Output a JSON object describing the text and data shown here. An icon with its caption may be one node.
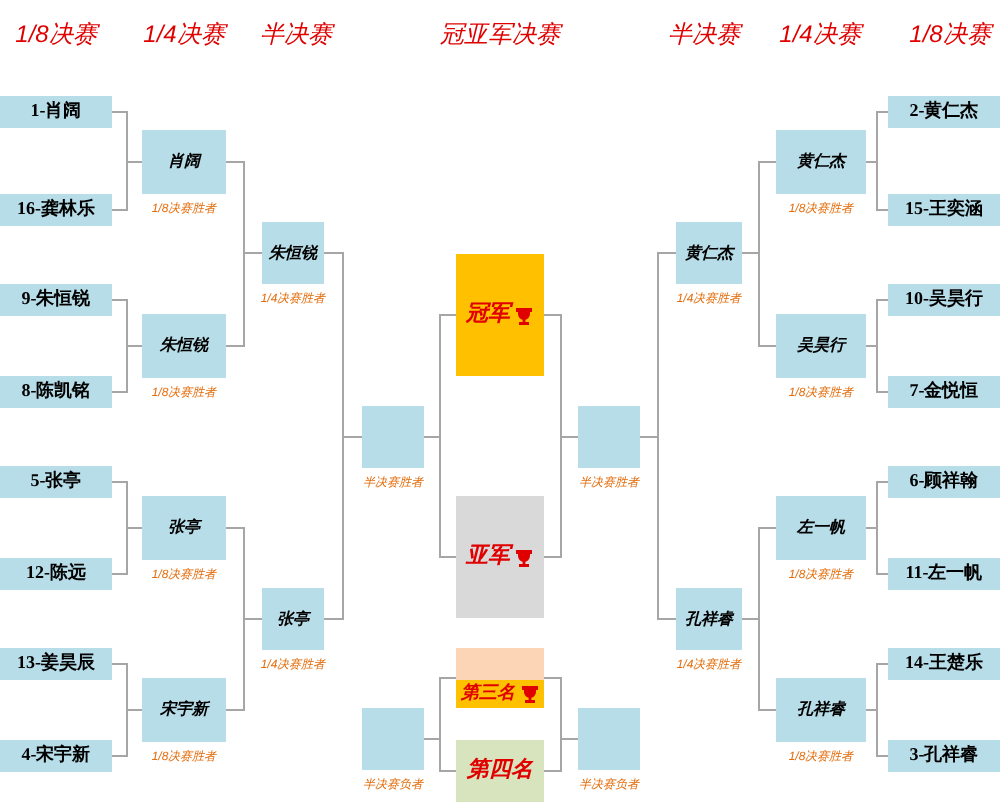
{
  "diagram": {
    "nodes": [
      {
        "text": [
          "1-肖阔"
        ]
      },
      {
        "text": [
          "16-龚林乐"
        ]
      },
      {
        "text": [
          "9-朱恒锐"
        ]
      },
      {
        "text": [
          "8-陈凯铭"
        ]
      },
      {
        "text": [
          "5-张亭"
        ]
      },
      {
        "text": [
          "12-陈远"
        ]
      },
      {
        "text": [
          "13-姜昊辰"
        ]
      },
      {
        "text": [
          "4-宋宇新"
        ]
      },
      {
        "text": [
          "肖阔"
        ],
        "beside": [
          "1/8决赛胜者"
        ]
      },
      {
        "text": [
          "朱恒锐"
        ],
        "beside": [
          "1/8决赛胜者"
        ]
      },
      {
        "text": [
          "张亭"
        ],
        "beside": [
          "1/8决赛胜者"
        ]
      },
      {
        "text": [
          "宋宇新"
        ],
        "beside": [
          "1/8决赛胜者"
        ]
      },
      {
        "text": [
          "朱恒锐"
        ],
        "beside": [
          "1/4决赛胜者"
        ]
      },
      {
        "text": [
          "张亭"
        ],
        "beside": [
          "1/4决赛胜者"
        ]
      },
      {
        "text": [],
        "shape": "box",
        "beside": [
          "半决赛胜者"
        ]
      },
      {
        "text": [],
        "shape": "box",
        "beside": [
          "半决赛负者"
        ]
      },
      {
        "text": [
          "冠军"
        ]
      },
      {
        "text": [
          "亚军"
        ]
      },
      {
        "text": [
          "第三名"
        ]
      },
      {
        "text": [
          "第四名"
        ]
      },
      {
        "text": [],
        "shape": "box",
        "beside": [
          "半决赛胜者"
        ]
      },
      {
        "text": [],
        "shape": "box",
        "beside": [
          "半决赛负者"
        ]
      },
      {
        "text": [
          "黄仁杰"
        ],
        "beside": [
          "1/4决赛胜者"
        ]
      },
      {
        "text": [
          "孔祥睿"
        ],
        "beside": [
          "1/4决赛胜者"
        ]
      },
      {
        "text": [
          "黄仁杰"
        ],
        "beside": [
          "1/8决赛胜者"
        ]
      },
      {
        "text": [
          "吴昊行"
        ],
        "beside": [
          "1/8决赛胜者"
        ]
      },
      {
        "text": [
          "左一帆"
        ],
        "beside": [
          "1/8决赛胜者"
        ]
      },
      {
        "text": [
          "孔祥睿"
        ],
        "beside": [
          "1/8决赛胜者"
        ]
      },
      {
        "text": [
          "2-黄仁杰"
        ]
      },
      {
        "text": [
          "15-王奕涵"
        ]
      },
      {
        "text": [
          "10-吴昊行"
        ]
      },
      {
        "text": [
          "7-金悦恒"
        ]
      },
      {
        "text": [
          "6-顾祥翰"
        ]
      },
      {
        "text": [
          "11-左一帆"
        ]
      },
      {
        "text": [
          "14-王楚乐"
        ]
      },
      {
        "text": [
          "3-孔祥睿"
        ]
      }
    ],
    "edges": [
      {
        "from": 0,
        "to": 8,
        "arrow": "none"
      },
      {
        "from": 1,
        "to": 8,
        "arrow": "none"
      },
      {
        "from": 2,
        "to": 9,
        "arrow": "none"
      },
      {
        "from": 3,
        "to": 9,
        "arrow": "none"
      },
      {
        "from": 4,
        "to": 10,
        "arrow": "none"
      },
      {
        "from": 5,
        "to": 10,
        "arrow": "none"
      },
      {
        "from": 6,
        "to": 11,
        "arrow": "none"
      },
      {
        "from": 7,
        "to": 11,
        "arrow": "none"
      },
      {
        "from": 8,
        "to": 12,
        "arrow": "none"
      },
      {
        "from": 9,
        "to": 12,
        "arrow": "none"
      },
      {
        "from": 10,
        "to": 13,
        "arrow": "none"
      },
      {
        "from": 11,
        "to": 13,
        "arrow": "none"
      },
      {
        "from": 12,
        "to": 14,
        "arrow": "none"
      },
      {
        "from": 13,
        "to": 14,
        "arrow": "none"
      },
      {
        "from": 14,
        "to": 16,
        "arrow": "none"
      },
      {
        "from": 14,
        "to": 17,
        "arrow": "none"
      },
      {
        "from": 15,
        "to": 18,
        "arrow": "none"
      },
      {
        "from": 15,
        "to": 19,
        "arrow": "none"
      },
      {
        "from": 20,
        "to": 16,
        "arrow": "none"
      },
      {
        "from": 20,
        "to": 17,
        "arrow": "none"
      },
      {
        "from": 21,
        "to": 18,
        "arrow": "none"
      },
      {
        "from": 21,
        "to": 19,
        "arrow": "none"
      },
      {
        "from": 22,
        "to": 20,
        "arrow": "none"
      },
      {
        "from": 23,
        "to": 20,
        "arrow": "none"
      },
      {
        "from": 24,
        "to": 22,
        "arrow": "none"
      },
      {
        "from": 25,
        "to": 22,
        "arrow": "none"
      },
      {
        "from": 26,
        "to": 23,
        "arrow": "none"
      },
      {
        "from": 27,
        "to": 23,
        "arrow": "none"
      },
      {
        "from": 28,
        "to": 24,
        "arrow": "none"
      },
      {
        "from": 29,
        "to": 24,
        "arrow": "none"
      },
      {
        "from": 30,
        "to": 25,
        "arrow": "none"
      },
      {
        "from": 31,
        "to": 25,
        "arrow": "none"
      },
      {
        "from": 32,
        "to": 26,
        "arrow": "none"
      },
      {
        "from": 33,
        "to": 26,
        "arrow": "none"
      },
      {
        "from": 34,
        "to": 27,
        "arrow": "none"
      },
      {
        "from": 35,
        "to": 27,
        "arrow": "none"
      }
    ],
    "labels": [
      "1/8决赛",
      "1/4决赛",
      "半决赛",
      "冠亚军决赛",
      "半决赛",
      "1/4决赛",
      "1/8决赛"
    ]
  }
}
